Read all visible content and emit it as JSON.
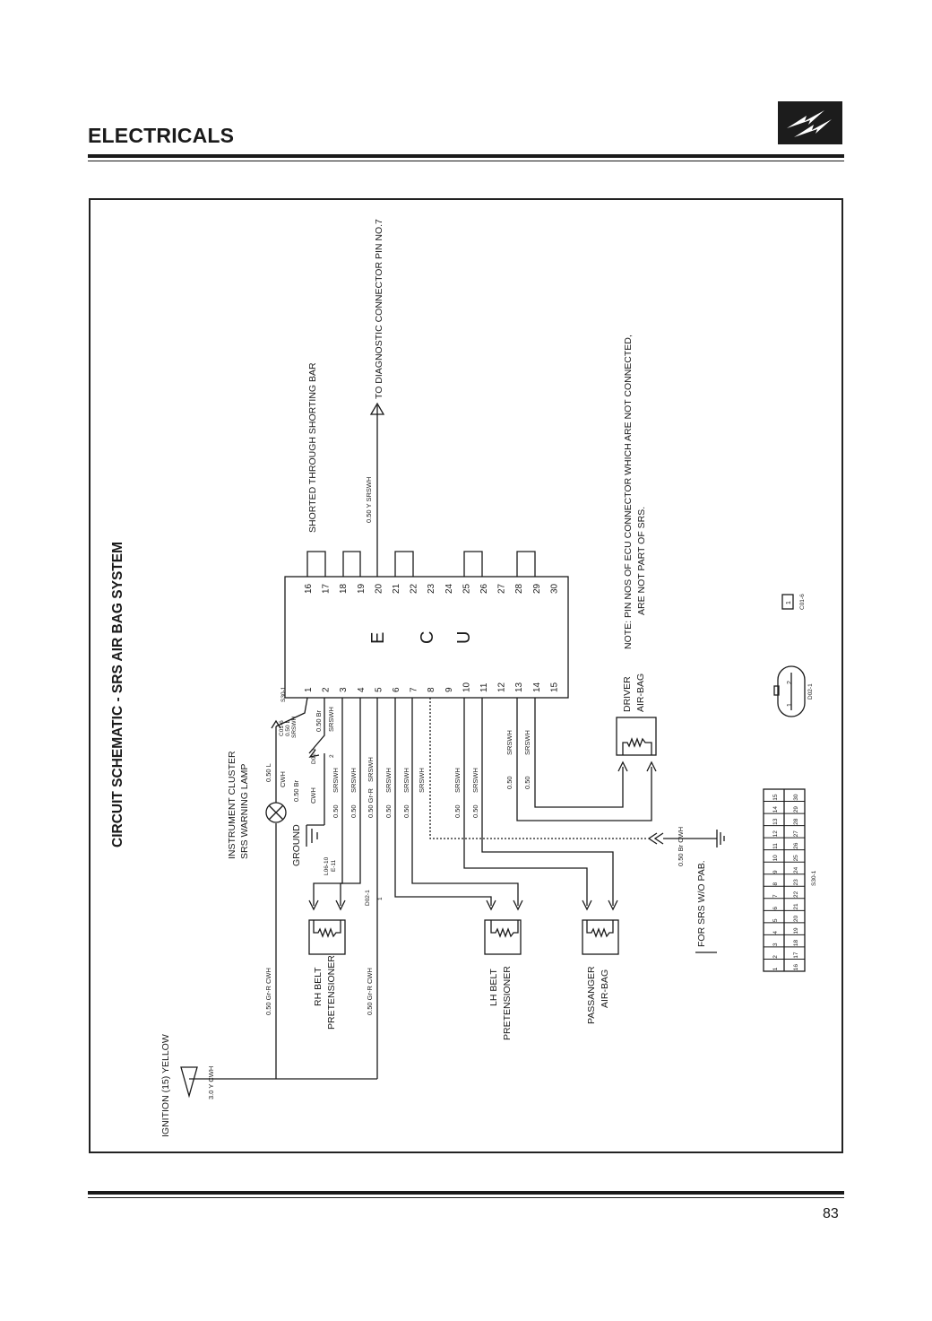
{
  "header": {
    "title": "ELECTRICALS"
  },
  "footer": {
    "page_number": "83"
  },
  "schematic": {
    "title": "CIRCUIT SCHEMATIC - SRS AIR BAG SYSTEM",
    "ecu": {
      "letters": [
        "E",
        "C",
        "U"
      ],
      "pins_left": [
        "1",
        "2",
        "3",
        "4",
        "5",
        "6",
        "7",
        "8",
        "9",
        "10",
        "11",
        "12",
        "13",
        "14",
        "15"
      ],
      "pins_right": [
        "16",
        "17",
        "18",
        "19",
        "20",
        "21",
        "22",
        "23",
        "24",
        "25",
        "26",
        "27",
        "28",
        "29",
        "30"
      ],
      "connector_label": "S30-1"
    },
    "labels": {
      "shorting_bar": "SHORTED THROUGH SHORTING BAR",
      "diagnostic": "TO DIAGNOSTIC CONNECTOR PIN NO.7",
      "diag_wire": "0.50 Y  SRSWH",
      "note_line1": "NOTE: PIN NOS OF ECU CONNECTOR WHICH ARE NOT CONNECTED,",
      "note_line2": "ARE NOT PART OF SRS.",
      "ignition": "IGNITION (15) YELLOW",
      "ignition_wire": "3.0 Y  CWH",
      "ic_line1": "INSTRUMENT CLUSTER",
      "ic_line2": "SRS WARNING LAMP",
      "ground": "GROUND",
      "wire_050L": "0.50 L",
      "cwh": "CWH",
      "wire_050Br": "0.50 Br",
      "cwh2": "CWH",
      "c016": "C01-6",
      "c016_l1": "0.50 L",
      "c016_l2": "SRSWH",
      "wire_050Br_pin2": "0.50 Br",
      "srswh_pin2": "SRSWH",
      "d021": "D02-1",
      "d021_pin": "2",
      "l0610": "L06-10",
      "e11": "E-11",
      "w3a": "0.50",
      "w3b": "SRSWH",
      "w4a": "0.50",
      "w4b": "SRSWH",
      "w5a": "0.50 Gr-R",
      "w5b": "SRSWH",
      "w6a": "0.50",
      "w6b": "SRSWH",
      "w7a": "0.50",
      "w7b": "SRSWH",
      "w10a": "0.50",
      "w10b": "SRSWH",
      "w11a": "0.50",
      "w11b": "SRSWH",
      "w13a": "0.50",
      "w13b": "SRSWH",
      "w14a": "0.50",
      "w14b": "SRSWH",
      "d021_small": "D02-1",
      "d021_one": "1",
      "grr_1": "0.50 Gr-R  CWH",
      "grr_2": "0.50 Gr-R  CWH",
      "rh_l1": "RH BELT",
      "rh_l2": "PRETENSIONER",
      "lh_l1": "LH BELT",
      "lh_l2": "PRETENSIONER",
      "pas_l1": "PASSANGER",
      "pas_l2": "AIR-BAG",
      "drv_l1": "DRIVER",
      "drv_l2": "AIR-BAG",
      "pab_wire": "0.50 Br  CWH",
      "pab": "FOR SRS W/O PAB.",
      "conn_d021": "D02-1",
      "conn_d021_p1": "1",
      "conn_d021_p2": "2",
      "conn_c016": "C01-6",
      "conn_c016_p1": "1",
      "conn_s301": "S30-1"
    },
    "connector_grid": {
      "row1": [
        "15",
        "14",
        "13",
        "12",
        "11",
        "10",
        "9",
        "8",
        "7",
        "6",
        "5",
        "4",
        "3",
        "2",
        "1"
      ],
      "row2": [
        "30",
        "29",
        "28",
        "27",
        "26",
        "25",
        "24",
        "23",
        "22",
        "21",
        "20",
        "19",
        "18",
        "17",
        "16"
      ]
    }
  }
}
